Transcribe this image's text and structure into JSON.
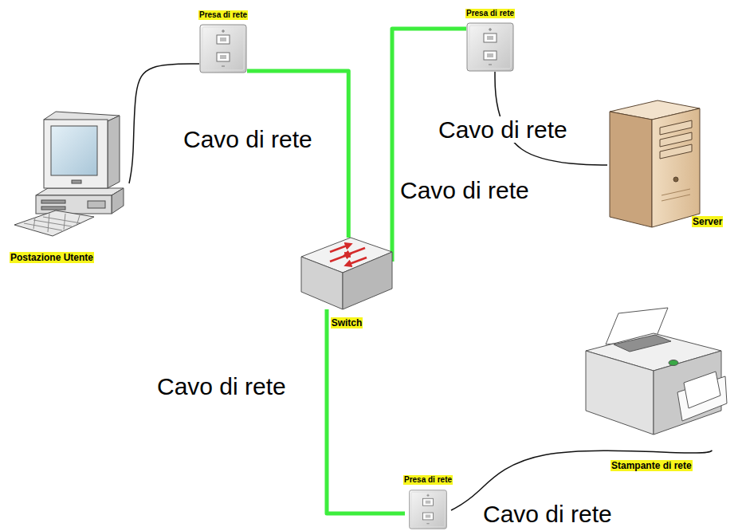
{
  "diagram": {
    "nodes": [
      {
        "text": [
          "Presa di rete"
        ]
      },
      {
        "text": [
          "Presa di rete"
        ]
      },
      {
        "text": [
          "Postazione Utente"
        ]
      },
      {
        "text": [
          "Server"
        ]
      },
      {
        "text": [
          "Switch"
        ]
      },
      {
        "text": [
          "Stampante di rete"
        ]
      },
      {
        "text": [
          "Presa di rete"
        ]
      }
    ],
    "edges": [
      {
        "from": 2,
        "to": 0,
        "arrow": "none"
      },
      {
        "from": 0,
        "to": 4,
        "label": "Cavo di rete",
        "arrow": "none"
      },
      {
        "from": 4,
        "to": 1,
        "label": "Cavo di rete",
        "arrow": "none"
      },
      {
        "from": 1,
        "to": 3,
        "label": "Cavo di rete",
        "arrow": "none"
      },
      {
        "from": 4,
        "to": 6,
        "label": "Cavo di rete",
        "arrow": "none"
      },
      {
        "from": 6,
        "to": 5,
        "label": "Cavo di rete",
        "arrow": "none"
      }
    ]
  }
}
